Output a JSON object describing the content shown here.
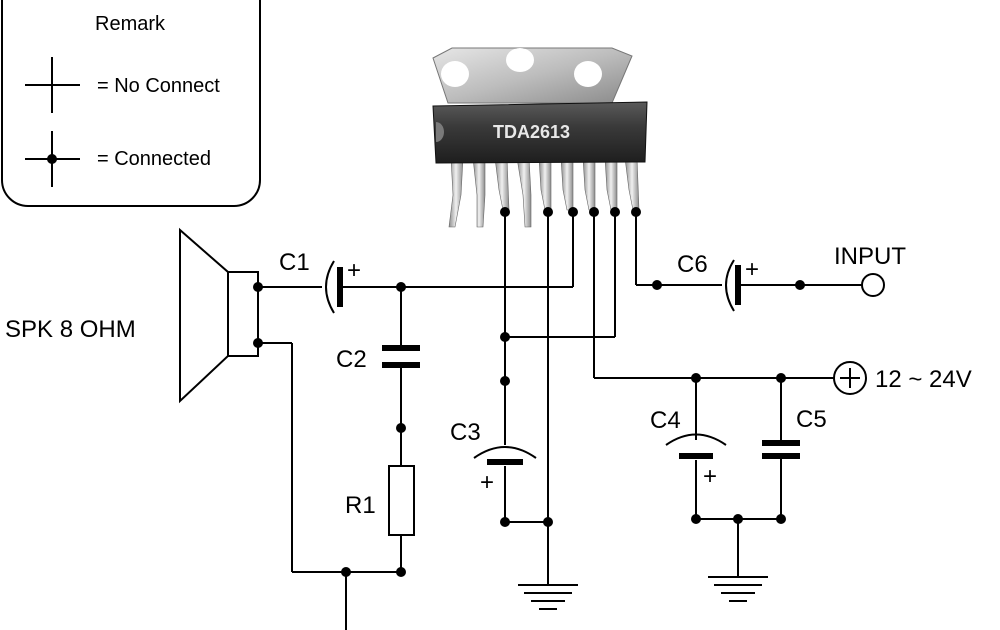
{
  "remark": {
    "title": "Remark",
    "no_connect": "= No Connect",
    "connected": "= Connected"
  },
  "ic": {
    "part_number": "TDA2613",
    "pin_count": 9
  },
  "speaker": {
    "label": "SPK 8 OHM"
  },
  "components": {
    "c1": "C1",
    "c2": "C2",
    "c3": "C3",
    "c4": "C4",
    "c5": "C5",
    "c6": "C6",
    "r1": "R1"
  },
  "polarity": {
    "plus": "+"
  },
  "input": {
    "label": "INPUT"
  },
  "supply": {
    "label": "12 ~ 24V"
  }
}
